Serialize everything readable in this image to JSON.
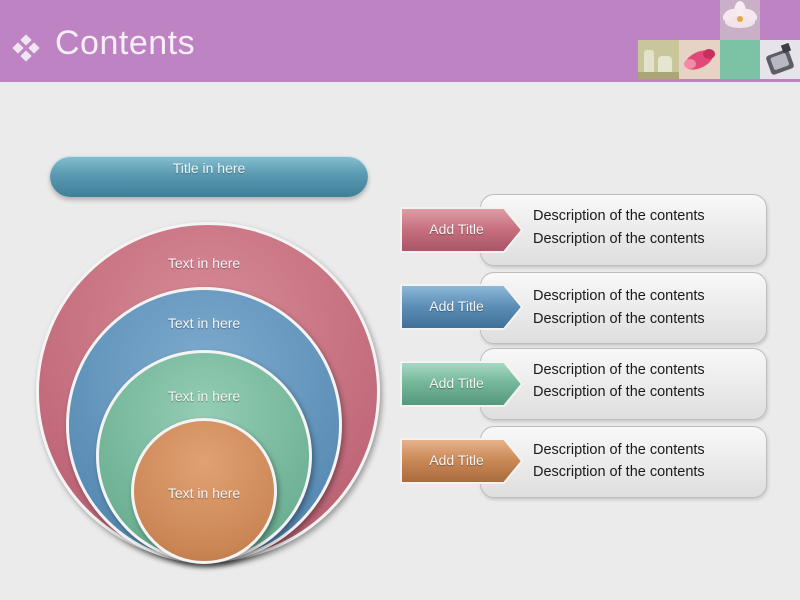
{
  "header": {
    "title": "Contents"
  },
  "colors": {
    "header_bg": "#bd83c2",
    "pink": "#c8747f",
    "blue": "#5f93b8",
    "green": "#79b99e",
    "orange": "#cf8d5e",
    "teal": "#5b9ab1"
  },
  "title_bar": {
    "label": "Title in here"
  },
  "circles": [
    {
      "label": "Text in here"
    },
    {
      "label": "Text in here"
    },
    {
      "label": "Text in here"
    },
    {
      "label": "Text in here"
    }
  ],
  "items": [
    {
      "title": "Add Title",
      "line1": "Description of the contents",
      "line2": "Description of the contents"
    },
    {
      "title": "Add Title",
      "line1": "Description of the contents",
      "line2": "Description of the contents"
    },
    {
      "title": "Add Title",
      "line1": "Description of the contents",
      "line2": "Description of the contents"
    },
    {
      "title": "Add Title",
      "line1": "Description of the contents",
      "line2": "Description of the contents"
    }
  ]
}
